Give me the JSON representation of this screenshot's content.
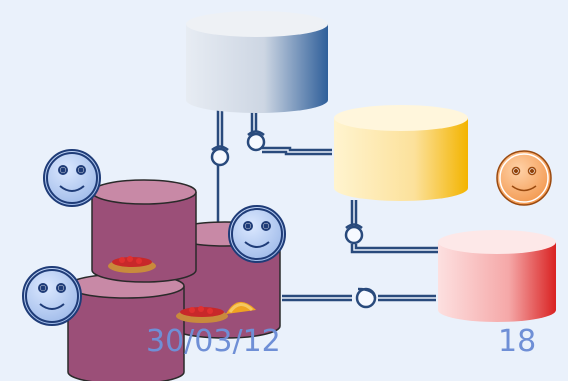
{
  "footer": {
    "date": "30/03/12",
    "page_number": "18"
  },
  "colors": {
    "background": "#eaf1fb",
    "db_gray_blue": "#7f9cc4",
    "db_yellow": "#f5d36a",
    "db_red": "#e86a6a",
    "db_maroon": "#9b4f78",
    "smiley_blue": "#a9c2ea",
    "smiley_orange": "#f3a060",
    "connector": "#294a7c",
    "label": "#6f8fd6"
  },
  "icons": [
    "database-cylinder",
    "smiley-face",
    "connector-valve",
    "food-image"
  ]
}
